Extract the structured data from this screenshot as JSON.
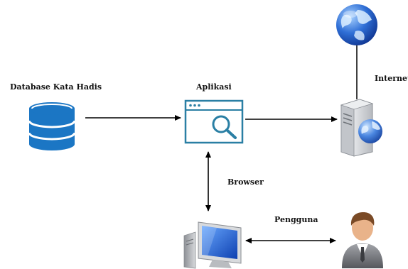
{
  "labels": {
    "database": "Database Kata Hadis",
    "aplikasi": "Aplikasi",
    "internet": "Internet",
    "browser": "Browser",
    "pengguna": "Pengguna"
  },
  "icons": {
    "database": "database-icon",
    "application": "application-search-window-icon",
    "globe": "globe-icon",
    "server": "web-server-icon",
    "computer": "desktop-computer-icon",
    "user": "user-person-icon"
  },
  "colors": {
    "database_blue": "#1b76c4",
    "window_teal": "#2a7fa4",
    "globe_blue": "#2f6fd6",
    "server_gray": "#c9ccd1",
    "monitor_blue": "#1c5bc7",
    "user_suit": "#8b8d92",
    "user_skin": "#e9b38a",
    "arrow": "#000000"
  }
}
